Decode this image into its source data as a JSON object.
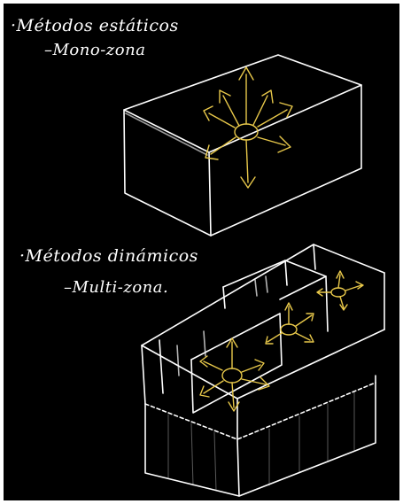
{
  "sketch": {
    "static_methods": "·Métodos estáticos",
    "mono_zone": "–Mono-zona",
    "dynamic_methods": "·Métodos dinámicos",
    "multi_zone": "–Multi-zona."
  },
  "colors": {
    "background": "#000000",
    "lines": "#ffffff",
    "arrows": "#e8c84a"
  },
  "icons": [
    "single-zone-box-sketch",
    "multi-zone-box-sketch",
    "heat-flow-arrows"
  ]
}
